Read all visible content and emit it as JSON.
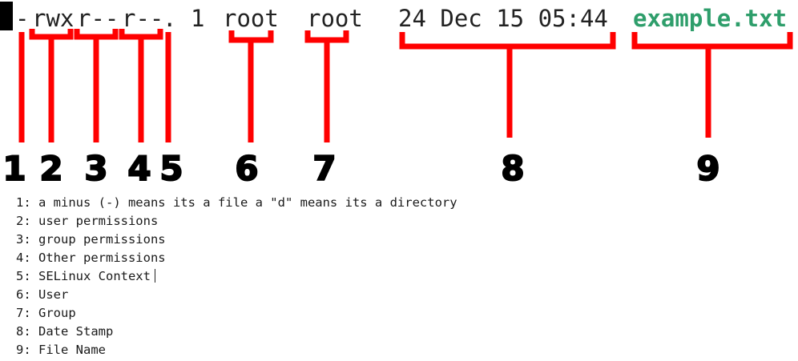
{
  "ls_line": {
    "type_char": "-",
    "user_perms": "rwx",
    "group_perms": "r--",
    "other_perms": "r--",
    "selinux_dot": ".",
    "link_count": "1",
    "owner": "root",
    "group": "root",
    "date": "24 Dec 15 05:44",
    "filename": "example.txt"
  },
  "callout_numbers": [
    "1",
    "2",
    "3",
    "4",
    "5",
    "6",
    "7",
    "8",
    "9"
  ],
  "legend": [
    "1: a minus (-) means its a file a \"d\" means its a directory",
    "2: user permissions",
    "3: group permissions",
    "4: Other permissions",
    "5: SELinux Context",
    "6: User",
    "7: Group",
    "8: Date Stamp",
    "9: File Name"
  ],
  "colors": {
    "annotation": "#ff0000",
    "filename": "#2e9e6b",
    "text": "#222222"
  }
}
